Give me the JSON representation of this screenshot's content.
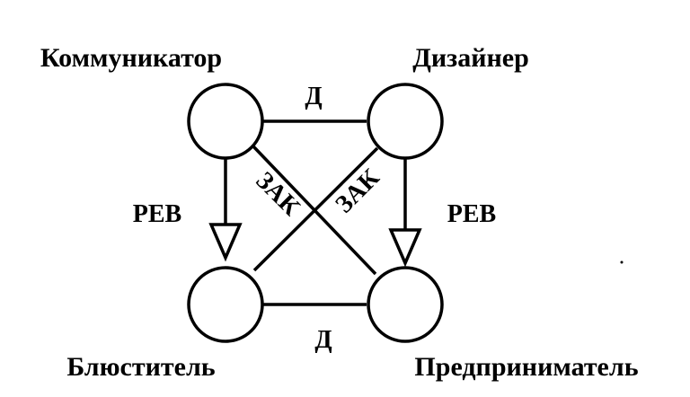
{
  "diagram": {
    "nodes": {
      "communicator": "Коммуникатор",
      "designer": "Дизайнер",
      "custodian": "Блюститель",
      "entrepreneur": "Предприниматель"
    },
    "edges": {
      "top": "Д",
      "bottom": "Д",
      "left": "РЕВ",
      "right": "РЕВ",
      "diag_left": "ЗАК",
      "diag_right": "ЗАК"
    },
    "colors": {
      "line": "#000000",
      "background": "#ffffff"
    }
  }
}
